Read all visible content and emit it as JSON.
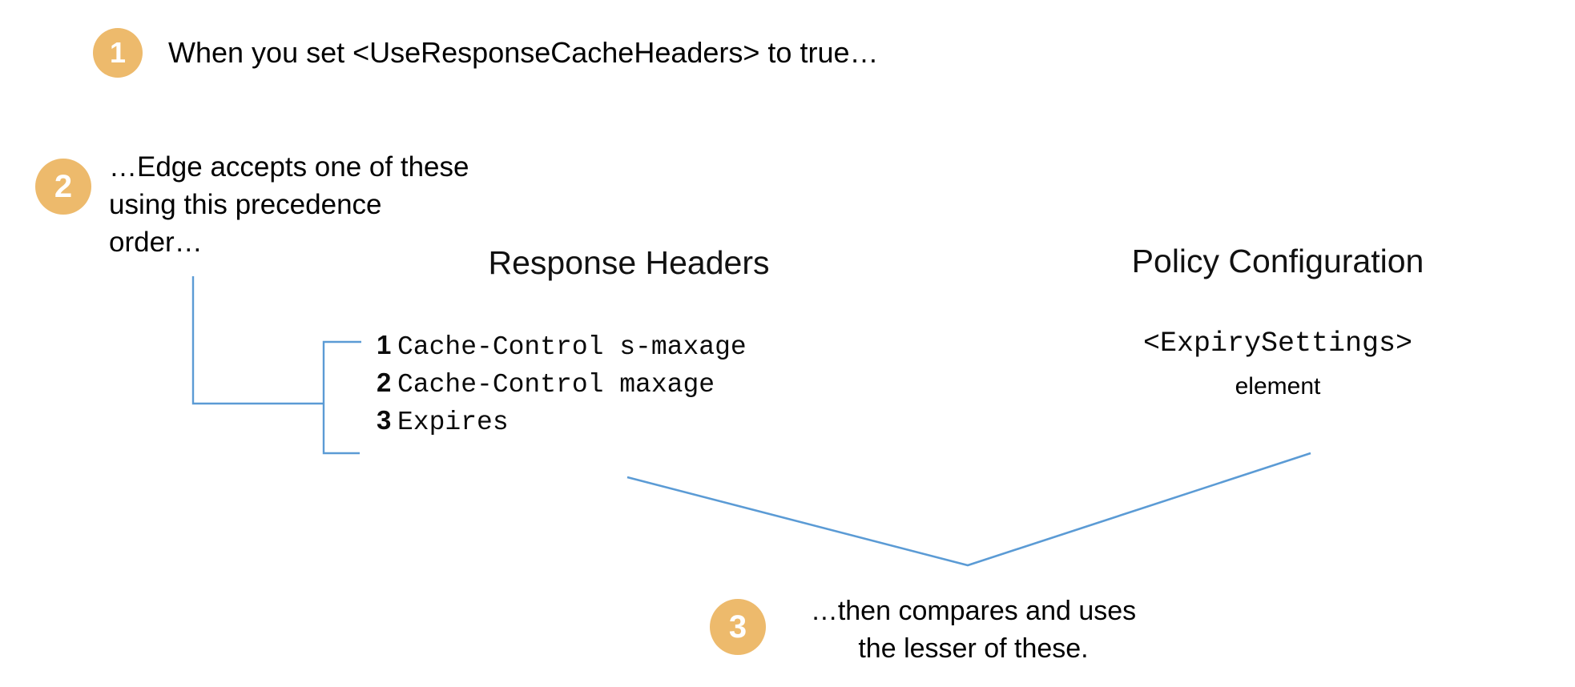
{
  "diagram": {
    "title_hidden": "Edge response cache header precedence",
    "accent_color": "#edba6c",
    "connector_color": "#5b9bd5",
    "text_color": "#000000"
  },
  "steps": [
    {
      "number": "1",
      "text": "When you set <UseResponseCacheHeaders> to true…"
    },
    {
      "number": "2",
      "text": "…Edge accepts one of these\nusing this precedence\norder…"
    },
    {
      "number": "3",
      "text": "…then compares and uses\nthe lesser of these."
    }
  ],
  "columns": {
    "response_headers": {
      "heading": "Response Headers",
      "items": [
        {
          "rank": "1",
          "name": "Cache-Control s-maxage"
        },
        {
          "rank": "2",
          "name": "Cache-Control maxage"
        },
        {
          "rank": "3",
          "name": "Expires"
        }
      ]
    },
    "policy_configuration": {
      "heading": "Policy Configuration",
      "element_name": "<ExpirySettings>",
      "element_suffix": "element"
    }
  }
}
